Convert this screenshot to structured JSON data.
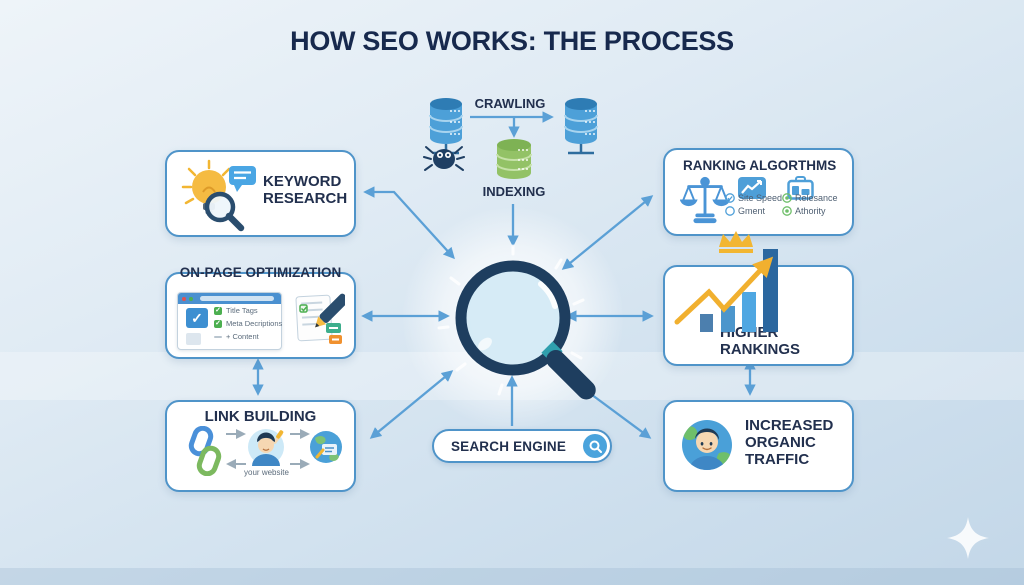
{
  "title": "HOW SEO WORKS: THE PROCESS",
  "flow": {
    "crawling_label": "CRAWLING",
    "indexing_label": "INDEXING"
  },
  "boxes": {
    "keyword_research": {
      "title": "KEYWORD RESEARCH"
    },
    "onpage": {
      "title": "ON-PAGE OPTIMIZATION",
      "items": [
        "Title Tags",
        "Meta Decriptions",
        "+ Content"
      ]
    },
    "link_building": {
      "title": "LINK BUILDING",
      "caption": "your website"
    },
    "ranking": {
      "title": "RANKING ALGORTHMS",
      "items": [
        "Site Speed",
        "Relesance",
        "Gment",
        "Athority"
      ]
    },
    "higher_rankings": {
      "title": "HIGHER RANKINGS"
    },
    "organic_traffic": {
      "title": "INCREASED ORGANIC TRAFFIC"
    }
  },
  "search": {
    "label": "SEARCH ENGINE"
  },
  "icons": {
    "center": "search-magnifier-icon",
    "crawler": "spider-icon",
    "storage_blue": "database-icon",
    "storage_green": "database-icon-green",
    "keyword": [
      "lightbulb-icon",
      "magnifier-icon",
      "speech-bubble-icon"
    ],
    "onpage": [
      "browser-window-icon",
      "checkbox-icon",
      "document-pencil-icon"
    ],
    "link_building": [
      "chain-link-icon",
      "avatar-icon",
      "globe-website-icon"
    ],
    "ranking": [
      "scales-icon",
      "chart-icon",
      "briefcase-icon",
      "check-circle-icon"
    ],
    "higher_rankings": [
      "bar-chart-icon",
      "growth-arrow-icon",
      "crown-icon"
    ],
    "organic_traffic": [
      "globe-avatar-icon"
    ],
    "search_bar": "search-icon",
    "watermark": "sparkle-icon"
  },
  "colors": {
    "navy": "#17294d",
    "box_border": "#4f94c9",
    "arrow_blue": "#5ba0d6",
    "gold": "#f1b02f",
    "green": "#7cb95f",
    "db_blue": "#4da0d8",
    "db_green": "#93c266",
    "accent_button": "#4aa3dc",
    "bg_top": "#eef4f9",
    "bg_bottom": "#c3d7e8"
  }
}
